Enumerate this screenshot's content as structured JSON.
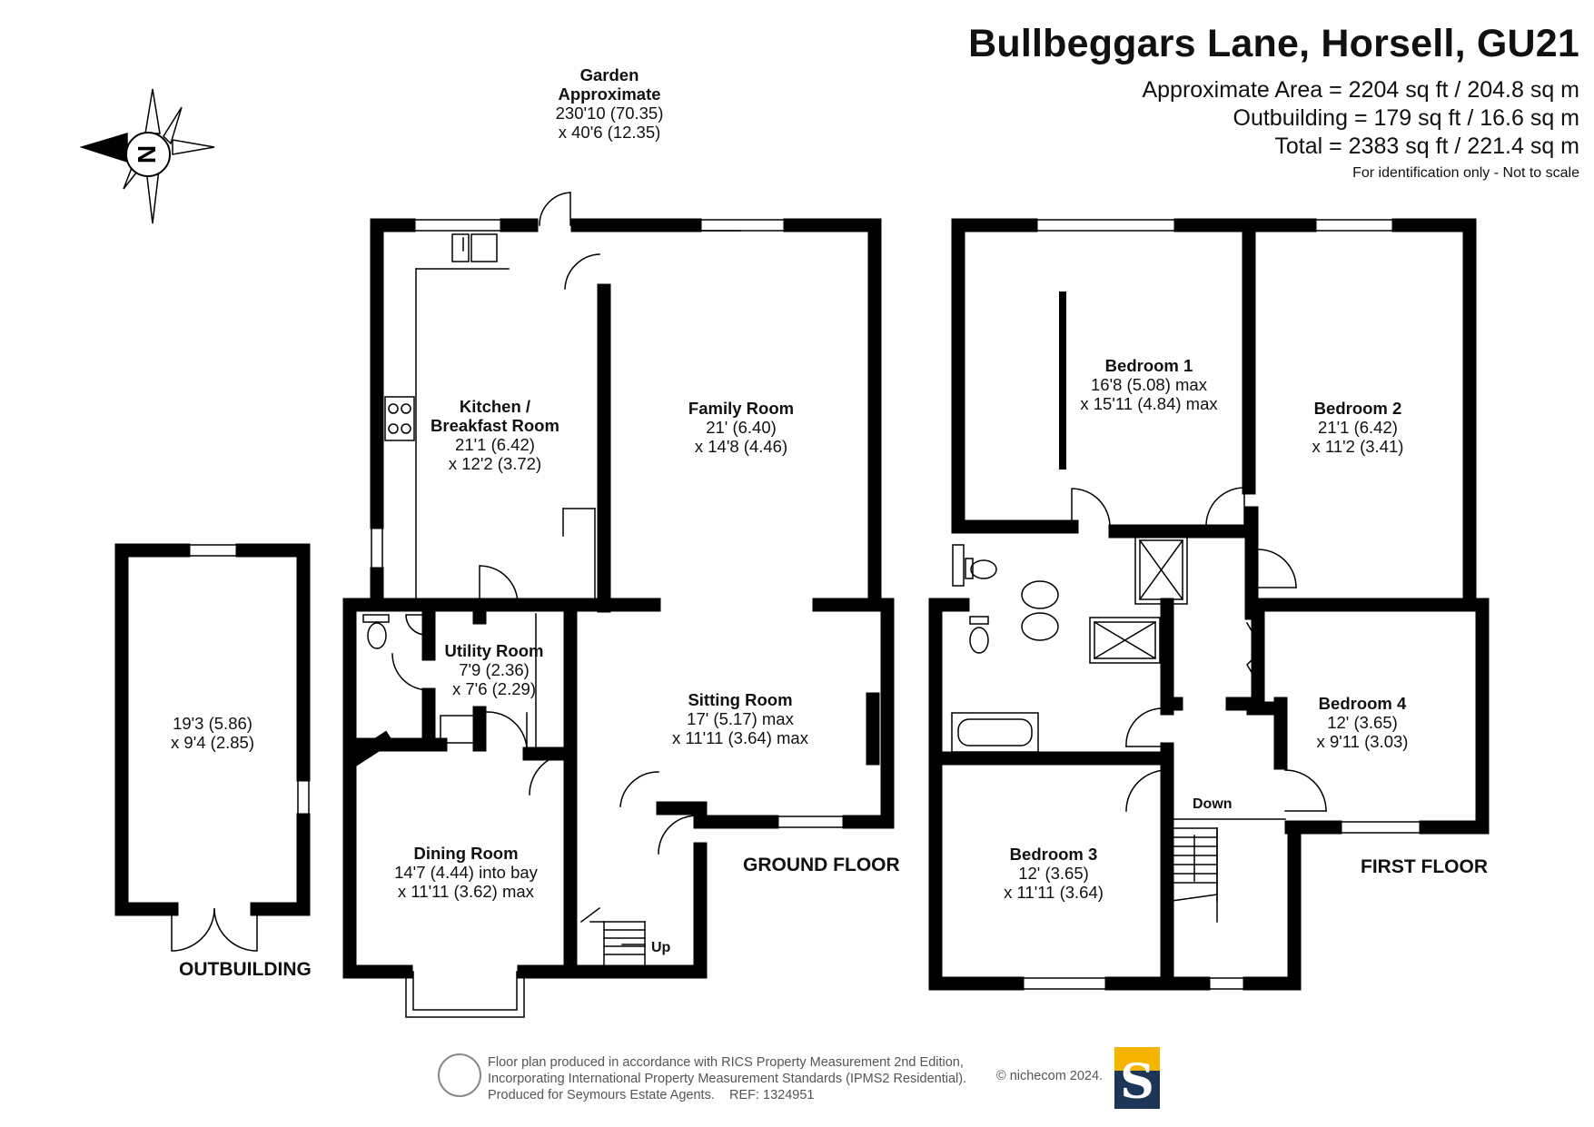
{
  "header": {
    "title": "Bullbeggars Lane, Horsell, GU21",
    "area_main": "Approximate Area = 2204 sq ft / 204.8 sq m",
    "area_outbuilding": "Outbuilding = 179 sq ft / 16.6 sq m",
    "area_total": "Total = 2383 sq ft / 221.4 sq m",
    "disclaimer": "For identification only - Not to scale"
  },
  "compass": {
    "letter": "N",
    "icon": "compass-rose-icon"
  },
  "garden": {
    "l1": "Garden",
    "l2": "Approximate",
    "l3": "230'10 (70.35)",
    "l4": "x 40'6 (12.35)"
  },
  "rooms": {
    "kitchen": {
      "n1": "Kitchen /",
      "n2": "Breakfast Room",
      "d1": "21'1 (6.42)",
      "d2": "x 12'2 (3.72)"
    },
    "family": {
      "n": "Family Room",
      "d1": "21' (6.40)",
      "d2": "x 14'8 (4.46)"
    },
    "utility": {
      "n": "Utility Room",
      "d1": "7'9 (2.36)",
      "d2": "x 7'6 (2.29)"
    },
    "sitting": {
      "n": "Sitting Room",
      "d1": "17' (5.17) max",
      "d2": "x 11'11 (3.64) max"
    },
    "dining": {
      "n": "Dining Room",
      "d1": "14'7 (4.44) into bay",
      "d2": "x 11'11 (3.62) max"
    },
    "outbuilding": {
      "d1": "19'3 (5.86)",
      "d2": "x 9'4 (2.85)"
    },
    "bed1": {
      "n": "Bedroom 1",
      "d1": "16'8 (5.08) max",
      "d2": "x 15'11 (4.84) max"
    },
    "bed2": {
      "n": "Bedroom 2",
      "d1": "21'1 (6.42)",
      "d2": "x 11'2 (3.41)"
    },
    "bed3": {
      "n": "Bedroom 3",
      "d1": "12' (3.65)",
      "d2": "x 11'11 (3.64)"
    },
    "bed4": {
      "n": "Bedroom 4",
      "d1": "12' (3.65)",
      "d2": "x 9'11 (3.03)"
    }
  },
  "floors": {
    "ground": "GROUND FLOOR",
    "first": "FIRST FLOOR",
    "outbuilding": "OUTBUILDING"
  },
  "stairs": {
    "up": "Up",
    "down": "Down"
  },
  "footer": {
    "line1": "Floor plan produced in accordance with RICS Property Measurement 2nd Edition,",
    "line2": "Incorporating International Property Measurement Standards (IPMS2 Residential).",
    "line3": "Produced for Seymours Estate Agents.    REF: 1324951",
    "copyright": "© nichecom 2024.",
    "logo_letter": "S"
  },
  "colors": {
    "wall": "#000000",
    "logo_blue": "#1d3557",
    "logo_yellow": "#f4b400"
  }
}
